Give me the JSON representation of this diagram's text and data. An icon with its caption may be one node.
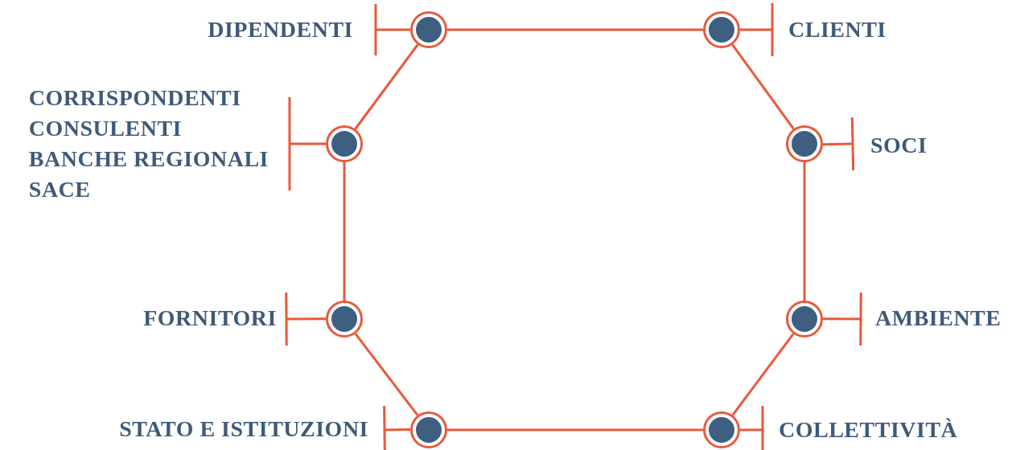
{
  "diagram": {
    "nodes": [
      {
        "text": [
          "DIPENDENTI"
        ]
      },
      {
        "text": [],
        "shape": "circle"
      },
      {
        "text": [],
        "shape": "circle"
      },
      {
        "text": [
          "CLIENTI"
        ]
      },
      {
        "text": [
          "CORRISPONDENTI",
          "CONSULENTI",
          "BANCHE REGIONALI",
          "SACE"
        ]
      },
      {
        "text": [],
        "shape": "circle"
      },
      {
        "text": [],
        "shape": "circle"
      },
      {
        "text": [
          "SOCI"
        ]
      },
      {
        "text": [
          "FORNITORI"
        ]
      },
      {
        "text": [],
        "shape": "circle"
      },
      {
        "text": [],
        "shape": "circle"
      },
      {
        "text": [
          "AMBIENTE"
        ]
      },
      {
        "text": [
          "STATO E ISTITUZIONI"
        ]
      },
      {
        "text": [],
        "shape": "circle"
      },
      {
        "text": [],
        "shape": "circle"
      },
      {
        "text": [
          "COLLETTIVITÀ"
        ]
      }
    ],
    "edges": [
      {
        "from": 1,
        "to": 2,
        "arrow": "none"
      },
      {
        "from": 2,
        "to": 6,
        "arrow": "none"
      },
      {
        "from": 6,
        "to": 10,
        "arrow": "none"
      },
      {
        "from": 10,
        "to": 14,
        "arrow": "none"
      },
      {
        "from": 14,
        "to": 13,
        "arrow": "none"
      },
      {
        "from": 13,
        "to": 9,
        "arrow": "none"
      },
      {
        "from": 9,
        "to": 5,
        "arrow": "none"
      },
      {
        "from": 5,
        "to": 1,
        "arrow": "none"
      },
      {
        "from": 1,
        "to": 0,
        "arrow": "other"
      },
      {
        "from": 2,
        "to": 3,
        "arrow": "other"
      },
      {
        "from": 5,
        "to": 4,
        "arrow": "other"
      },
      {
        "from": 6,
        "to": 7,
        "arrow": "other"
      },
      {
        "from": 9,
        "to": 8,
        "arrow": "other"
      },
      {
        "from": 10,
        "to": 11,
        "arrow": "other"
      },
      {
        "from": 13,
        "to": 12,
        "arrow": "other"
      },
      {
        "from": 14,
        "to": 15,
        "arrow": "other"
      }
    ]
  }
}
